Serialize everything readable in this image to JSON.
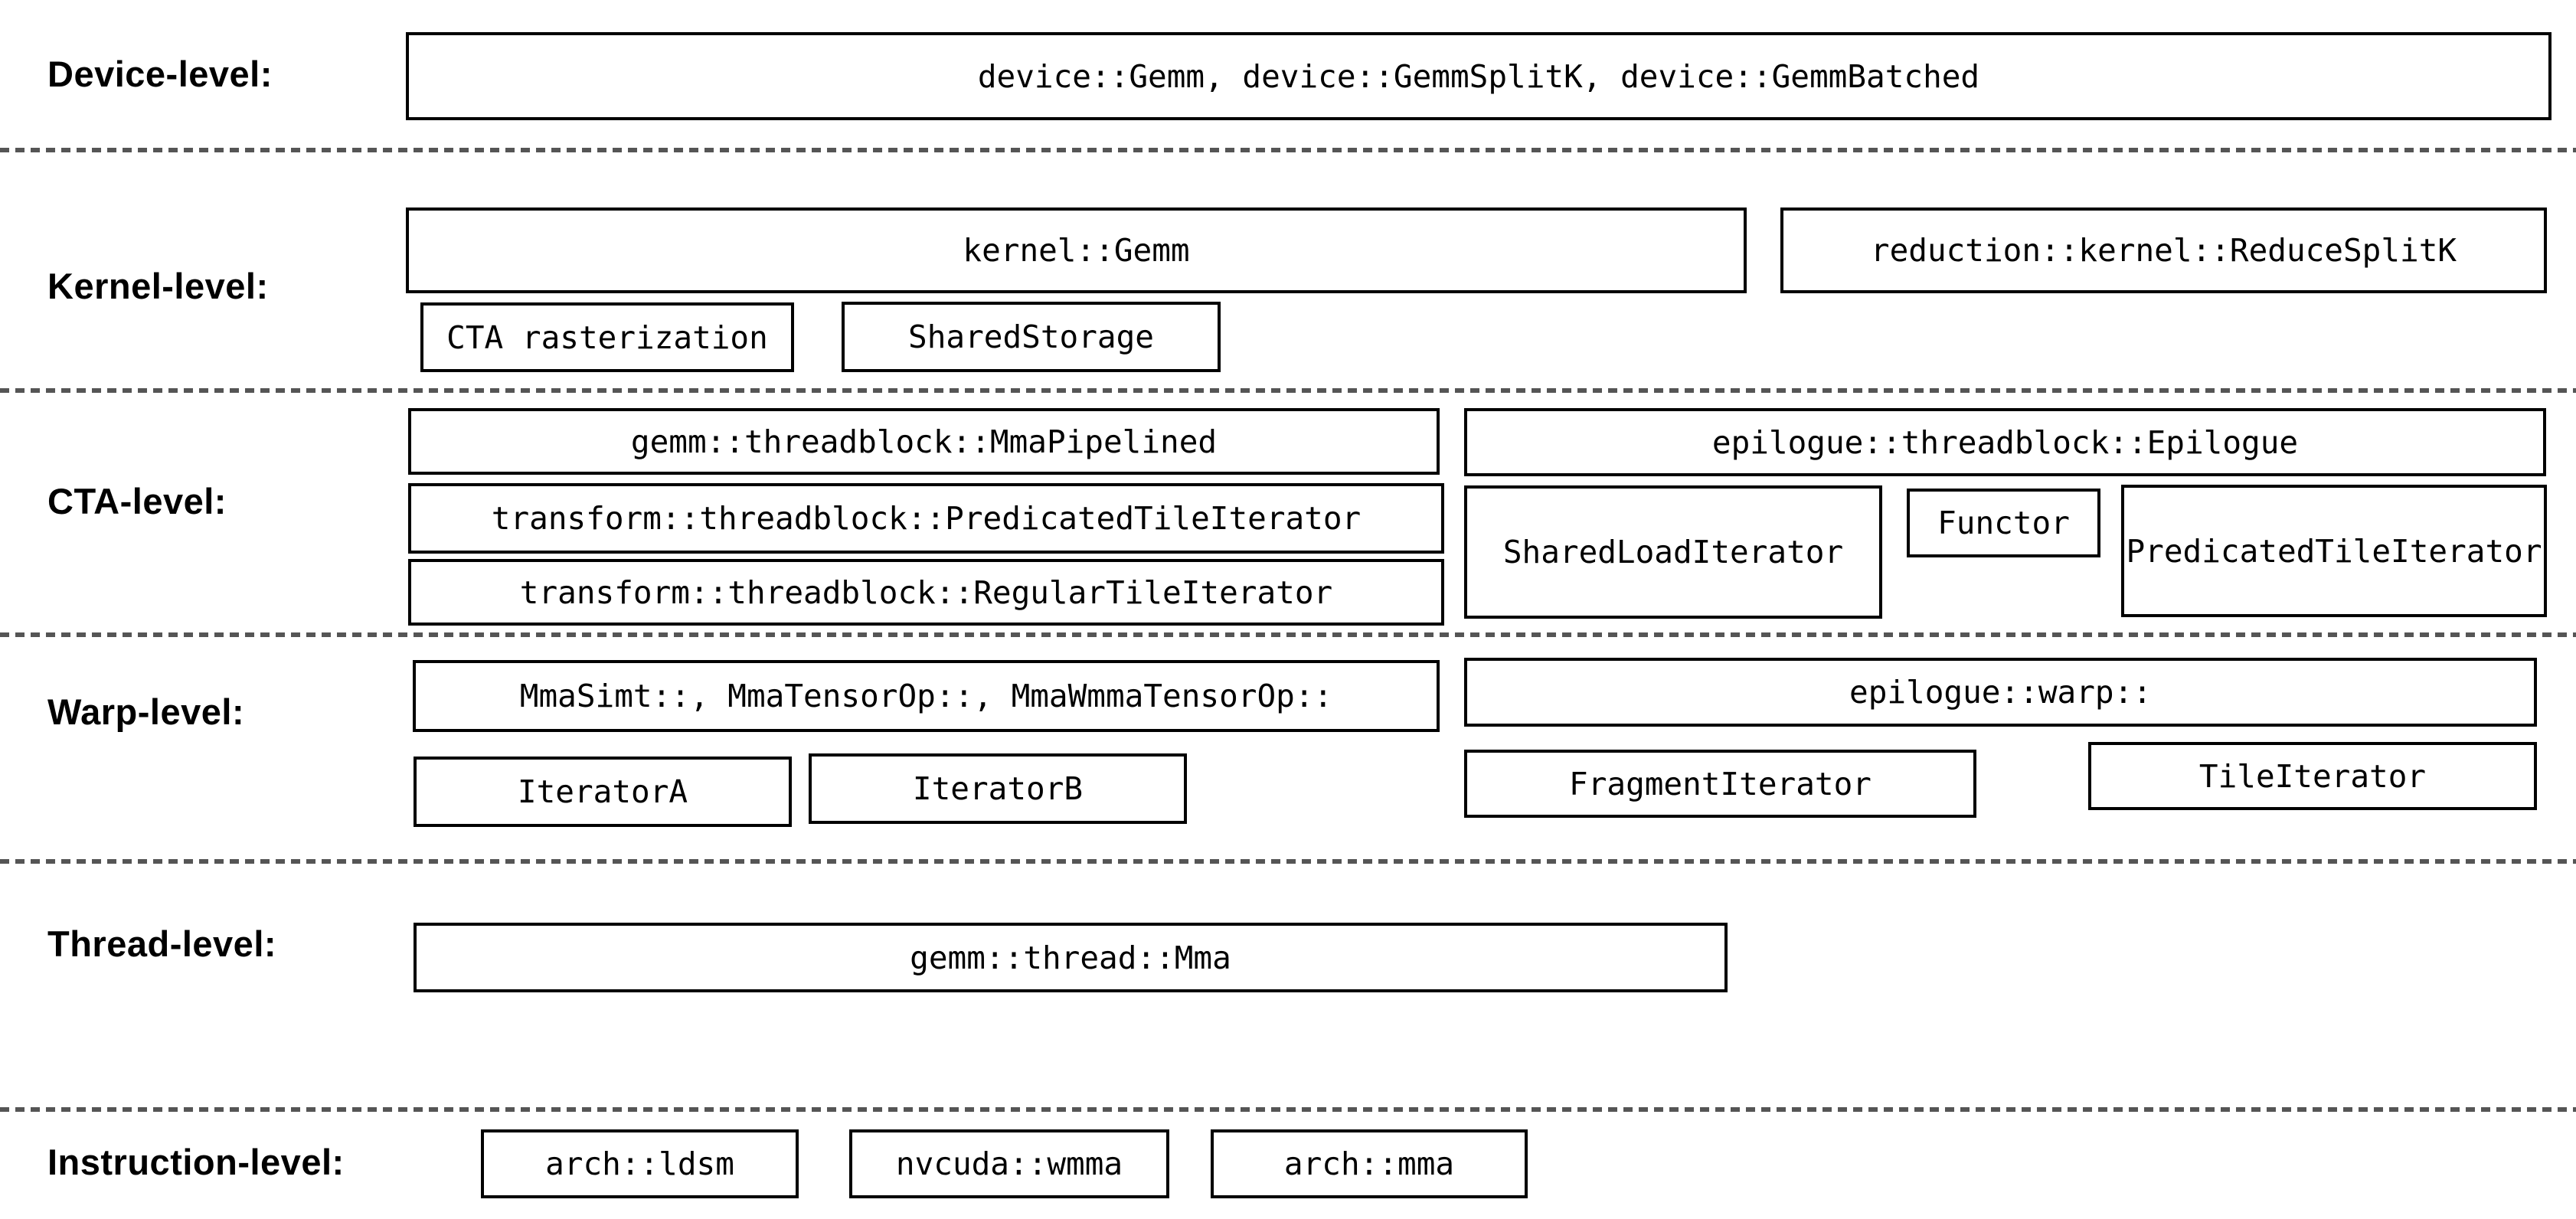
{
  "colors": {
    "background": "#ffffff",
    "box_border": "#000000",
    "text": "#000000",
    "separator": "#555555"
  },
  "labels": {
    "device": "Device-level:",
    "kernel": "Kernel-level:",
    "cta": "CTA-level:",
    "warp": "Warp-level:",
    "thread": "Thread-level:",
    "instruction": "Instruction-level:"
  },
  "boxes": {
    "device_gemm_group": "device::Gemm, device::GemmSplitK, device::GemmBatched",
    "kernel_gemm": "kernel::Gemm",
    "reduce_splitk": "reduction::kernel::ReduceSplitK",
    "cta_rasterization": "CTA rasterization",
    "shared_storage": "SharedStorage",
    "mma_pipelined": "gemm::threadblock::MmaPipelined",
    "predicated_tile_iterator_cta": "transform::threadblock::PredicatedTileIterator",
    "regular_tile_iterator": "transform::threadblock::RegularTileIterator",
    "epilogue_threadblock": "epilogue::threadblock::Epilogue",
    "shared_load_iterator": "SharedLoadIterator",
    "functor": "Functor",
    "predicated_tile_iterator_epilogue": "PredicatedTileIterator",
    "warp_mma_group": "MmaSimt::, MmaTensorOp::, MmaWmmaTensorOp::",
    "iterator_a": "IteratorA",
    "iterator_b": "IteratorB",
    "epilogue_warp": "epilogue::warp::",
    "fragment_iterator": "FragmentIterator",
    "tile_iterator": "TileIterator",
    "thread_mma": "gemm::thread::Mma",
    "arch_ldsm": "arch::ldsm",
    "nvcuda_wmma": "nvcuda::wmma",
    "arch_mma": "arch::mma"
  }
}
